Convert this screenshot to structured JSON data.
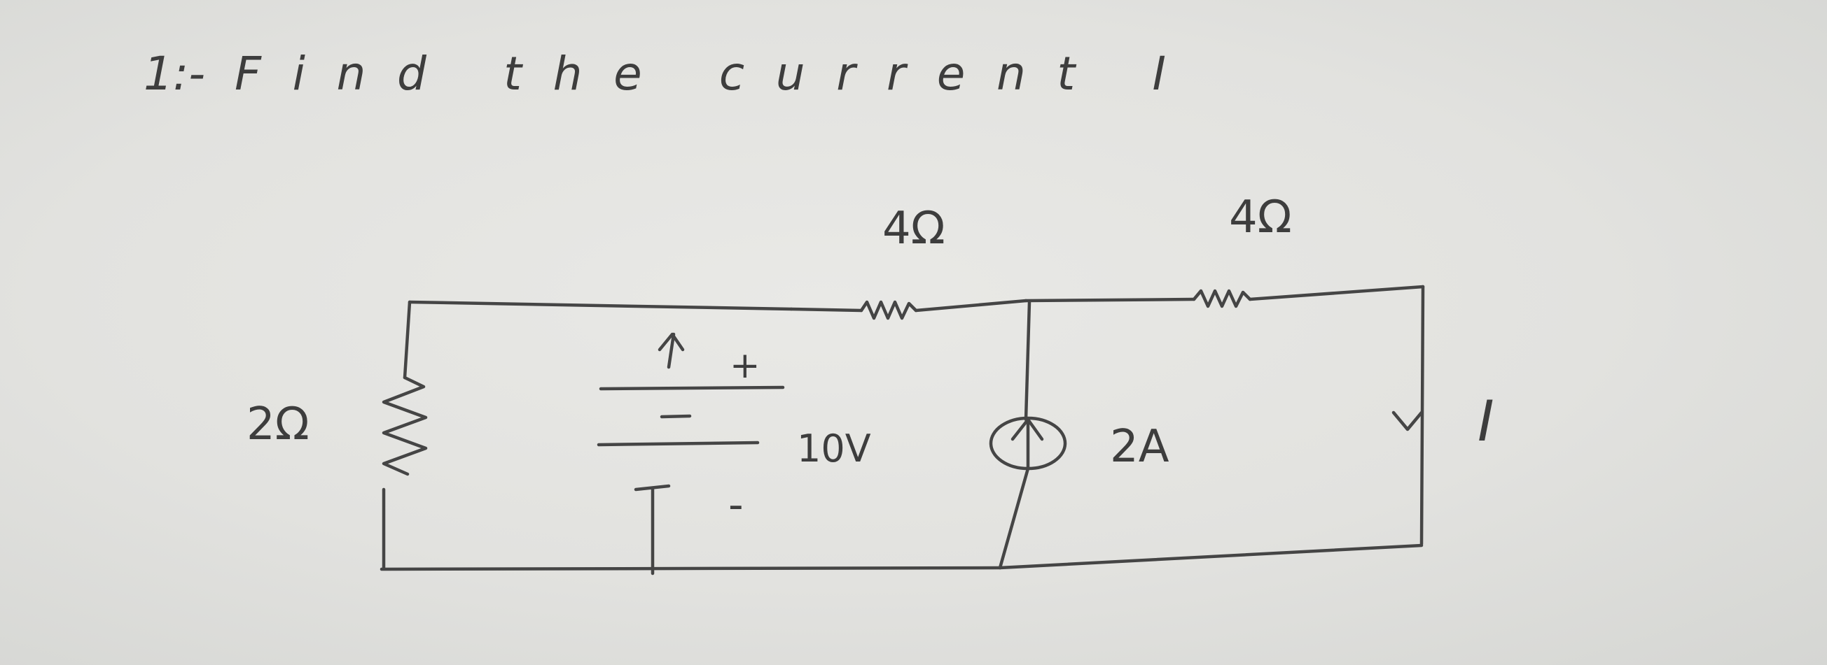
{
  "problem": {
    "number": "1:-",
    "text": "Find the current I"
  },
  "circuit": {
    "left_resistor": "2Ω",
    "top_resistor_1": "4Ω",
    "top_resistor_2": "4Ω",
    "voltage_source": "10V",
    "voltage_plus": "+",
    "voltage_minus": "-",
    "current_source": "2A",
    "current_label": "I"
  },
  "colors": {
    "ink": "#454545",
    "paper": "#e3e3e0"
  }
}
